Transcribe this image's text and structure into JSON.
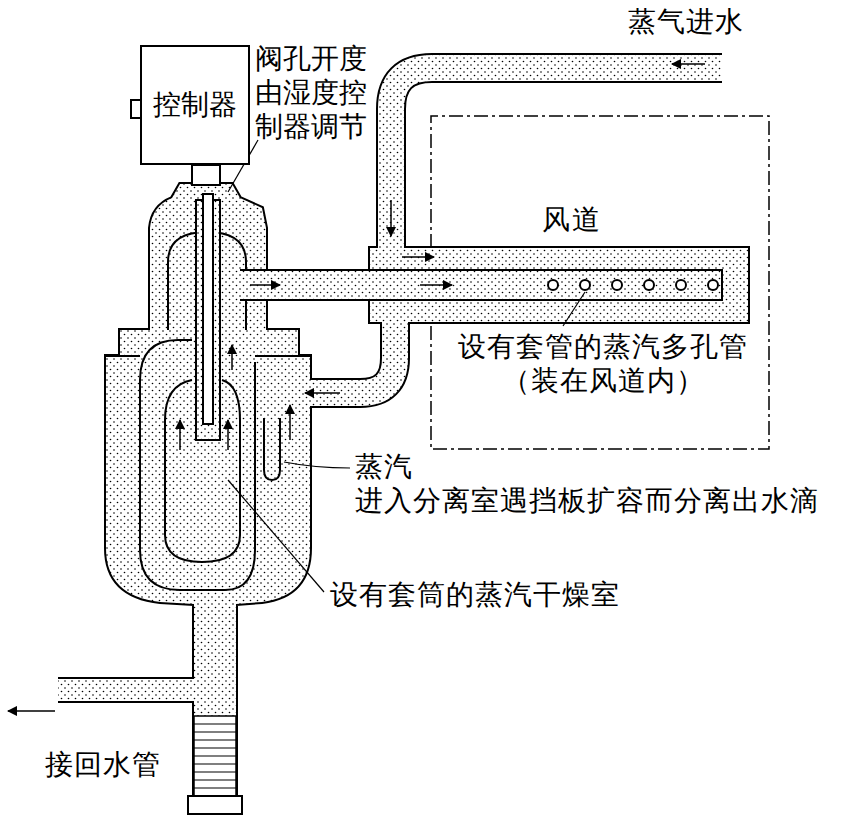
{
  "diagram": {
    "nodes": [
      {
        "text": [
          "控制器"
        ]
      },
      {
        "text": [
          "风道"
        ]
      }
    ],
    "labels": [
      "蒸气进水",
      "阀孔开度由湿度控制器调节",
      "设有套管的蒸汽多孔管 （装在风道内）",
      "蒸汽 进入分离室遇挡板扩容而分离出水滴",
      "设有套筒的蒸汽干燥室",
      "接回水管"
    ]
  }
}
